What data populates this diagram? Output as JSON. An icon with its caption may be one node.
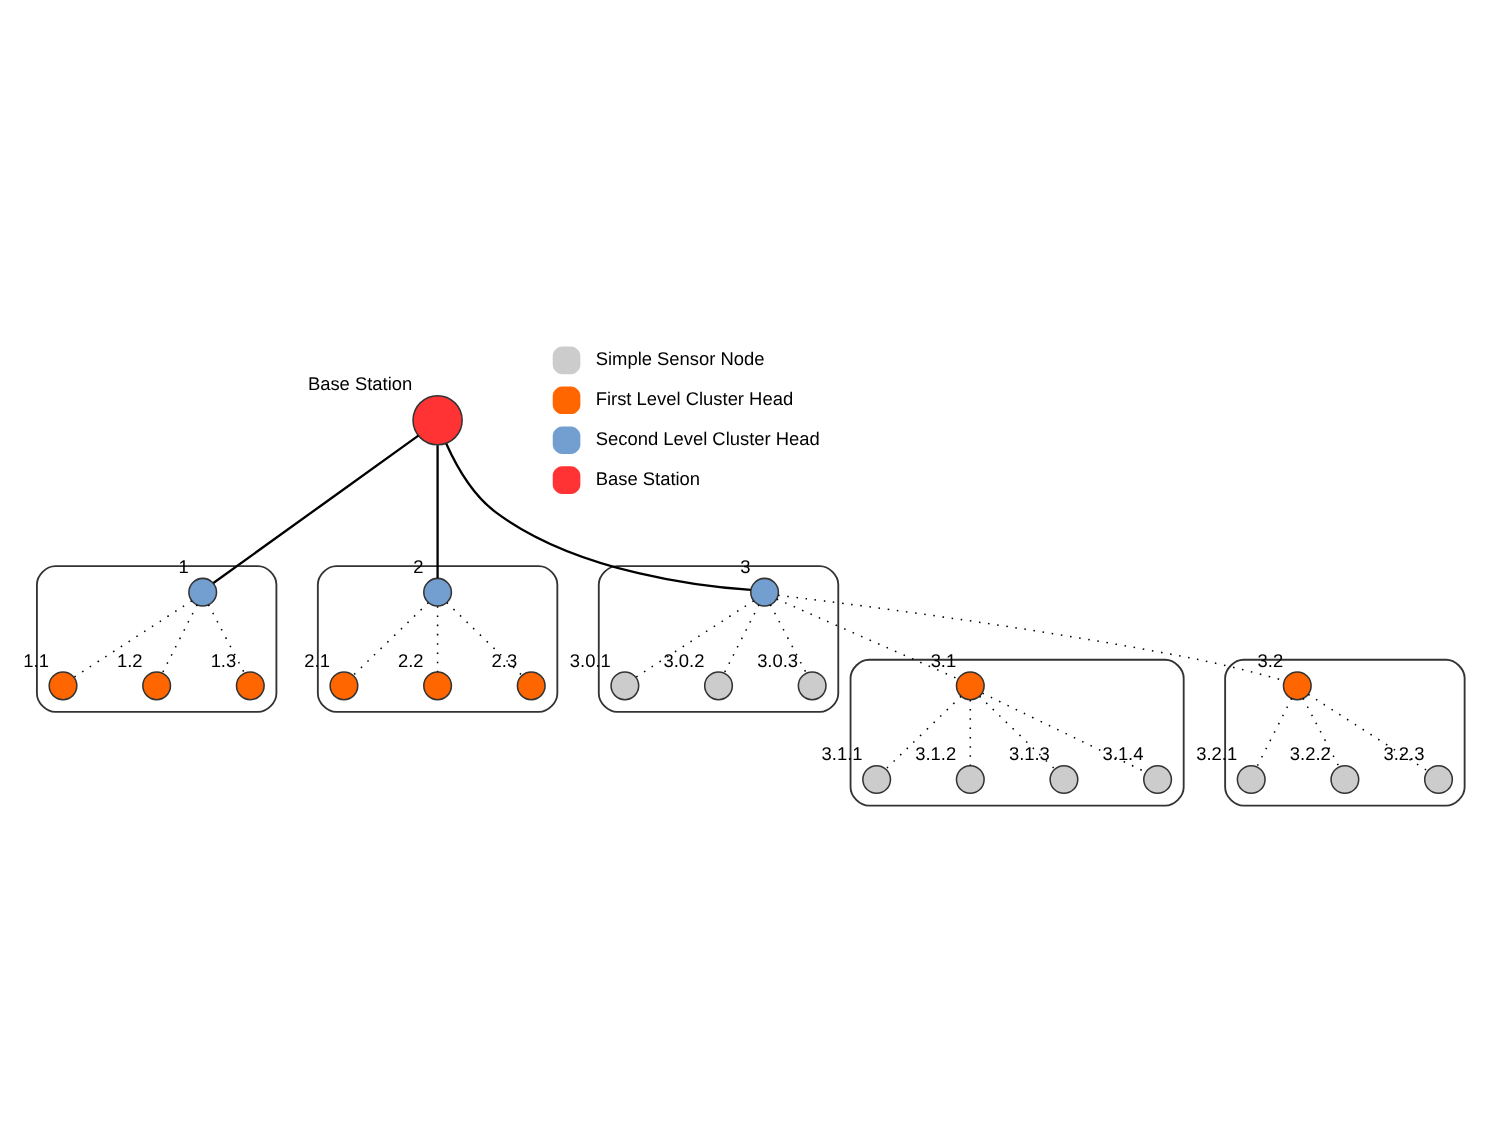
{
  "diagram": {
    "nodes": [
      {
        "text": [],
        "shape": "circle",
        "beside": [
          "Base Station"
        ]
      },
      {
        "text": [],
        "shape": "cloud"
      },
      {
        "text": [],
        "shape": "circle",
        "in": 1,
        "beside": [
          "1"
        ]
      },
      {
        "text": [],
        "shape": "circle",
        "in": 1,
        "beside": [
          "1.1"
        ]
      },
      {
        "text": [],
        "shape": "circle",
        "in": 1,
        "beside": [
          "1.2"
        ]
      },
      {
        "text": [],
        "shape": "circle",
        "in": 1,
        "beside": [
          "1.3"
        ]
      },
      {
        "text": [],
        "shape": "cloud"
      },
      {
        "text": [],
        "shape": "circle",
        "in": 6,
        "beside": [
          "2"
        ]
      },
      {
        "text": [],
        "shape": "circle",
        "in": 6,
        "beside": [
          "2.1"
        ]
      },
      {
        "text": [],
        "shape": "circle",
        "in": 6,
        "beside": [
          "2.2"
        ]
      },
      {
        "text": [],
        "shape": "circle",
        "in": 6,
        "beside": [
          "2.3"
        ]
      },
      {
        "text": [],
        "shape": "cloud"
      },
      {
        "text": [],
        "shape": "circle",
        "in": 11,
        "beside": [
          "3"
        ]
      },
      {
        "text": [],
        "shape": "circle",
        "in": 11,
        "beside": [
          "3.0.1"
        ]
      },
      {
        "text": [],
        "shape": "circle",
        "in": 11,
        "beside": [
          "3.0.2"
        ]
      },
      {
        "text": [],
        "shape": "circle",
        "in": 11,
        "beside": [
          "3.0.3"
        ]
      },
      {
        "text": [],
        "shape": "cloud"
      },
      {
        "text": [],
        "shape": "circle",
        "in": 16,
        "beside": [
          "3.1"
        ]
      },
      {
        "text": [],
        "shape": "circle",
        "in": 16,
        "beside": [
          "3.1.1"
        ]
      },
      {
        "text": [],
        "shape": "circle",
        "in": 16,
        "beside": [
          "3.1.2"
        ]
      },
      {
        "text": [],
        "shape": "circle",
        "in": 16,
        "beside": [
          "3.1.3"
        ]
      },
      {
        "text": [],
        "shape": "circle",
        "in": 16,
        "beside": [
          "3.1.4"
        ]
      },
      {
        "text": [],
        "shape": "cloud"
      },
      {
        "text": [],
        "shape": "circle",
        "in": 22,
        "beside": [
          "3.2"
        ]
      },
      {
        "text": [],
        "shape": "circle",
        "in": 22,
        "beside": [
          "3.2.1"
        ]
      },
      {
        "text": [],
        "shape": "circle",
        "in": 22,
        "beside": [
          "3.2.2"
        ]
      },
      {
        "text": [],
        "shape": "circle",
        "in": 22,
        "beside": [
          "3.2.3"
        ]
      }
    ],
    "edges": [
      {
        "from": 0,
        "to": 2,
        "arrow": "none"
      },
      {
        "from": 0,
        "to": 7,
        "arrow": "none"
      },
      {
        "from": 0,
        "to": 12,
        "arrow": "none"
      },
      {
        "from": 2,
        "to": 3,
        "arrow": "none",
        "style": "dashed"
      },
      {
        "from": 2,
        "to": 4,
        "arrow": "none",
        "style": "dashed"
      },
      {
        "from": 2,
        "to": 5,
        "arrow": "none",
        "style": "dashed"
      },
      {
        "from": 7,
        "to": 8,
        "arrow": "none",
        "style": "dashed"
      },
      {
        "from": 7,
        "to": 9,
        "arrow": "none",
        "style": "dashed"
      },
      {
        "from": 7,
        "to": 10,
        "arrow": "none",
        "style": "dashed"
      },
      {
        "from": 12,
        "to": 13,
        "arrow": "none",
        "style": "dashed"
      },
      {
        "from": 12,
        "to": 14,
        "arrow": "none",
        "style": "dashed"
      },
      {
        "from": 12,
        "to": 15,
        "arrow": "none",
        "style": "dashed"
      },
      {
        "from": 12,
        "to": 17,
        "arrow": "none",
        "style": "dashed"
      },
      {
        "from": 12,
        "to": 23,
        "arrow": "none",
        "style": "dashed"
      },
      {
        "from": 17,
        "to": 18,
        "arrow": "none",
        "style": "dashed"
      },
      {
        "from": 17,
        "to": 19,
        "arrow": "none",
        "style": "dashed"
      },
      {
        "from": 17,
        "to": 20,
        "arrow": "none",
        "style": "dashed"
      },
      {
        "from": 17,
        "to": 21,
        "arrow": "none",
        "style": "dashed"
      },
      {
        "from": 23,
        "to": 24,
        "arrow": "none",
        "style": "dashed"
      },
      {
        "from": 23,
        "to": 25,
        "arrow": "none",
        "style": "dashed"
      },
      {
        "from": 23,
        "to": 26,
        "arrow": "none",
        "style": "dashed"
      }
    ],
    "legend": [
      {
        "text": "Simple Sensor Node",
        "color": "#cccccc"
      },
      {
        "text": "First Level Cluster Head",
        "color": "#ff6600"
      },
      {
        "text": "Second Level Cluster Head",
        "color": "#729fcf"
      },
      {
        "text": "Base Station",
        "color": "#ff3333"
      }
    ]
  }
}
